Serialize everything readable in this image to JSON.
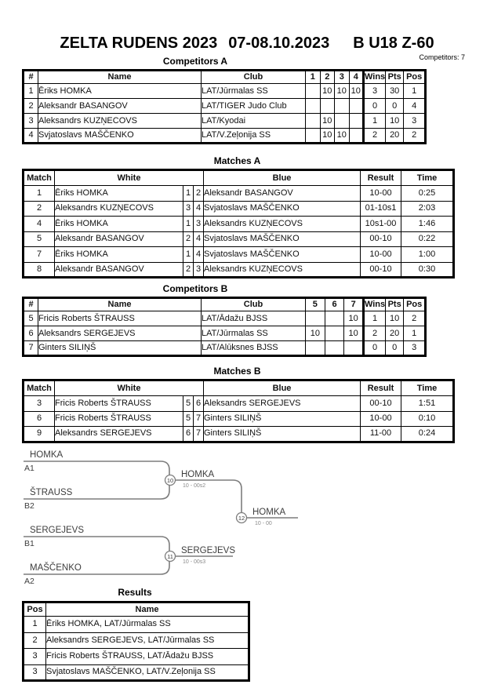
{
  "page": {
    "title_part1": "ZELTA RUDENS 2023",
    "title_part2": "07-08.10.2023",
    "title_part3": "B U18 Z-60",
    "competitors_count_label": "Competitors: 7"
  },
  "competitors_a": {
    "title": "Competitors A",
    "headers": {
      "num": "#",
      "name": "Name",
      "club": "Club",
      "r1": "1",
      "r2": "2",
      "r3": "3",
      "r4": "4",
      "wins": "Wins",
      "pts": "Pts",
      "pos": "Pos"
    },
    "rows": [
      {
        "num": "1",
        "name": "Ēriks HOMKA",
        "club": "LAT/Jūrmalas SS",
        "c1": "",
        "c2": "10",
        "c3": "10",
        "c4": "10",
        "wins": "3",
        "pts": "30",
        "pos": "1"
      },
      {
        "num": "2",
        "name": "Aleksandr BASANGOV",
        "club": "LAT/TIGER Judo Club",
        "c1": "",
        "c2": "",
        "c3": "",
        "c4": "",
        "wins": "0",
        "pts": "0",
        "pos": "4"
      },
      {
        "num": "3",
        "name": "Aleksandrs KUZŅECOVS",
        "club": "LAT/Kyodai",
        "c1": "",
        "c2": "10",
        "c3": "",
        "c4": "",
        "wins": "1",
        "pts": "10",
        "pos": "3"
      },
      {
        "num": "4",
        "name": "Svjatoslavs MAŠČENKO",
        "club": "LAT/V.Zeļonija SS",
        "c1": "",
        "c2": "10",
        "c3": "10",
        "c4": "",
        "wins": "2",
        "pts": "20",
        "pos": "2"
      }
    ]
  },
  "matches_a": {
    "title": "Matches A",
    "headers": {
      "match": "Match",
      "white": "White",
      "blue": "Blue",
      "result": "Result",
      "time": "Time"
    },
    "rows": [
      {
        "match": "1",
        "white": "Ēriks HOMKA",
        "wn": "1",
        "bn": "2",
        "blue": "Aleksandr BASANGOV",
        "result": "10-00",
        "time": "0:25"
      },
      {
        "match": "2",
        "white": "Aleksandrs KUZŅECOVS",
        "wn": "3",
        "bn": "4",
        "blue": "Svjatoslavs MAŠČENKO",
        "result": "01-10s1",
        "time": "2:03"
      },
      {
        "match": "4",
        "white": "Ēriks HOMKA",
        "wn": "1",
        "bn": "3",
        "blue": "Aleksandrs KUZŅECOVS",
        "result": "10s1-00",
        "time": "1:46"
      },
      {
        "match": "5",
        "white": "Aleksandr BASANGOV",
        "wn": "2",
        "bn": "4",
        "blue": "Svjatoslavs MAŠČENKO",
        "result": "00-10",
        "time": "0:22"
      },
      {
        "match": "7",
        "white": "Ēriks HOMKA",
        "wn": "1",
        "bn": "4",
        "blue": "Svjatoslavs MAŠČENKO",
        "result": "10-00",
        "time": "1:00"
      },
      {
        "match": "8",
        "white": "Aleksandr BASANGOV",
        "wn": "2",
        "bn": "3",
        "blue": "Aleksandrs KUZŅECOVS",
        "result": "00-10",
        "time": "0:30"
      }
    ]
  },
  "competitors_b": {
    "title": "Competitors B",
    "headers": {
      "num": "#",
      "name": "Name",
      "club": "Club",
      "r1": "5",
      "r2": "6",
      "r3": "7",
      "wins": "Wins",
      "pts": "Pts",
      "pos": "Pos"
    },
    "rows": [
      {
        "num": "5",
        "name": "Fricis Roberts ŠTRAUSS",
        "club": "LAT/Ādažu BJSS",
        "c1": "",
        "c2": "",
        "c3": "10",
        "wins": "1",
        "pts": "10",
        "pos": "2"
      },
      {
        "num": "6",
        "name": "Aleksandrs SERGEJEVS",
        "club": "LAT/Jūrmalas SS",
        "c1": "10",
        "c2": "",
        "c3": "10",
        "wins": "2",
        "pts": "20",
        "pos": "1"
      },
      {
        "num": "7",
        "name": "Ginters SILIŅŠ",
        "club": "LAT/Alūksnes BJSS",
        "c1": "",
        "c2": "",
        "c3": "",
        "wins": "0",
        "pts": "0",
        "pos": "3"
      }
    ]
  },
  "matches_b": {
    "title": "Matches B",
    "headers": {
      "match": "Match",
      "white": "White",
      "blue": "Blue",
      "result": "Result",
      "time": "Time"
    },
    "rows": [
      {
        "match": "3",
        "white": "Fricis Roberts ŠTRAUSS",
        "wn": "5",
        "bn": "6",
        "blue": "Aleksandrs SERGEJEVS",
        "result": "00-10",
        "time": "1:51"
      },
      {
        "match": "6",
        "white": "Fricis Roberts ŠTRAUSS",
        "wn": "5",
        "bn": "7",
        "blue": "Ginters SILIŅŠ",
        "result": "10-00",
        "time": "0:10"
      },
      {
        "match": "9",
        "white": "Aleksandrs SERGEJEVS",
        "wn": "6",
        "bn": "7",
        "blue": "Ginters SILIŅŠ",
        "result": "11-00",
        "time": "0:24"
      }
    ]
  },
  "bracket": {
    "seed1": {
      "name": "HOMKA",
      "code": "A1"
    },
    "seed2": {
      "name": "ŠTRAUSS",
      "code": "B2"
    },
    "seed3": {
      "name": "SERGEJEVS",
      "code": "B1"
    },
    "seed4": {
      "name": "MAŠČENKO",
      "code": "A2"
    },
    "sf1": {
      "match_no": "10",
      "winner": "HOMKA",
      "score": "10 - 00s2"
    },
    "sf2": {
      "match_no": "11",
      "winner": "SERGEJEVS",
      "score": "10 - 00s3"
    },
    "final": {
      "match_no": "12",
      "winner": "HOMKA",
      "score": "10 - 00"
    }
  },
  "results": {
    "title": "Results",
    "headers": {
      "pos": "Pos",
      "name": "Name"
    },
    "rows": [
      {
        "pos": "1",
        "name": "Ēriks HOMKA, LAT/Jūrmalas SS"
      },
      {
        "pos": "2",
        "name": "Aleksandrs SERGEJEVS, LAT/Jūrmalas SS"
      },
      {
        "pos": "3",
        "name": "Fricis Roberts ŠTRAUSS, LAT/Ādažu BJSS"
      },
      {
        "pos": "3",
        "name": "Svjatoslavs MAŠČENKO, LAT/V.Zeļonija SS"
      }
    ]
  }
}
